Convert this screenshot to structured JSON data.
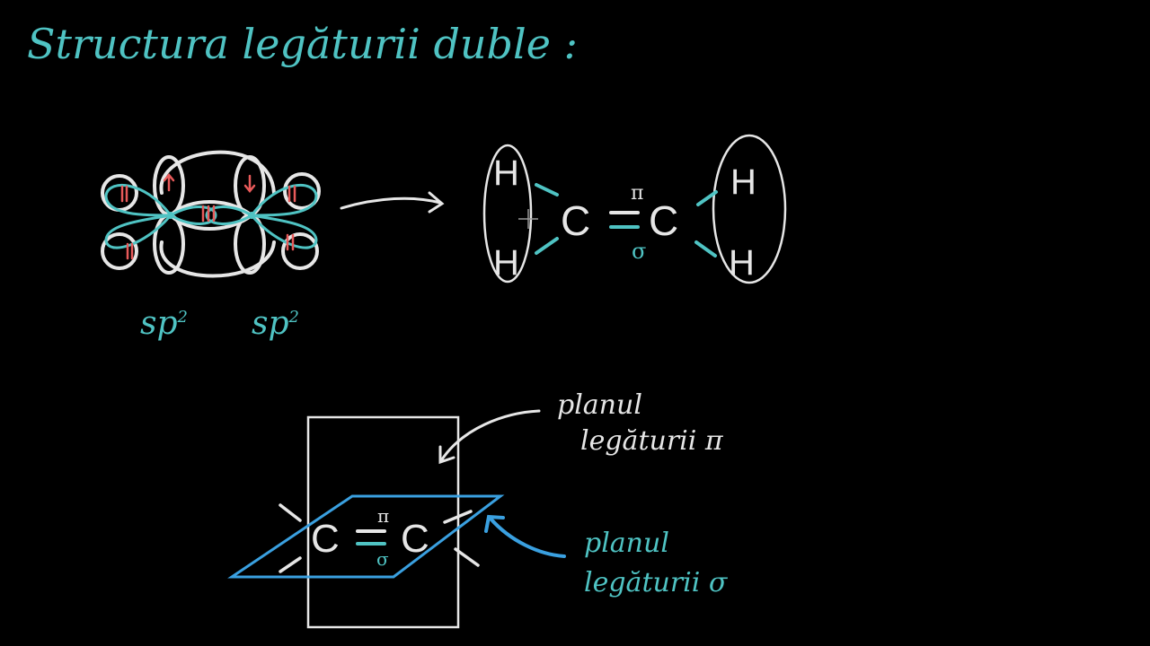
{
  "title": "Structura legăturii duble :",
  "hybrid_label": "sp",
  "hybrid_exp": "2",
  "atoms": {
    "H": "H",
    "C": "C",
    "pi": "π",
    "sigma": "σ"
  },
  "pi_plane_label": {
    "line1": "planul",
    "line2": "legăturii π"
  },
  "sigma_plane_label": {
    "line1": "planul",
    "line2": "legăturii σ"
  },
  "colors": {
    "background": "#000000",
    "cyan": "#4fc3c3",
    "white": "#e6e6e6",
    "red": "#e85a5a",
    "plane_blue": "#3aa0e0"
  }
}
